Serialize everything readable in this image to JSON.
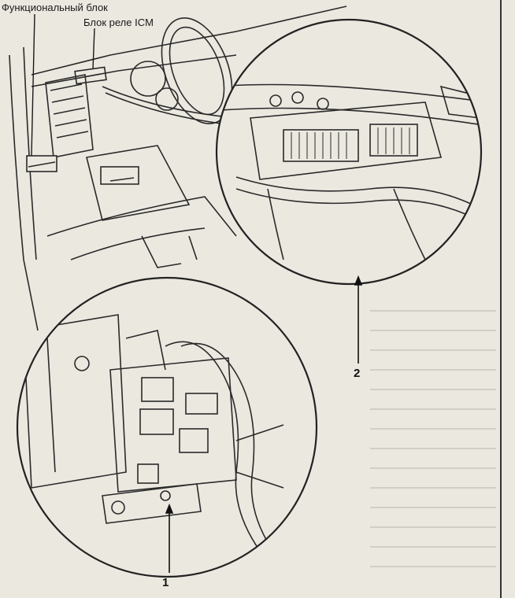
{
  "labels": {
    "functional_block": "Функциональный блок",
    "icm_relay_block": "Блок реле ICM"
  },
  "callouts": {
    "one": "1",
    "two": "2"
  },
  "colors": {
    "paper": "#ebe8e0",
    "ink": "#2a2a2a"
  }
}
